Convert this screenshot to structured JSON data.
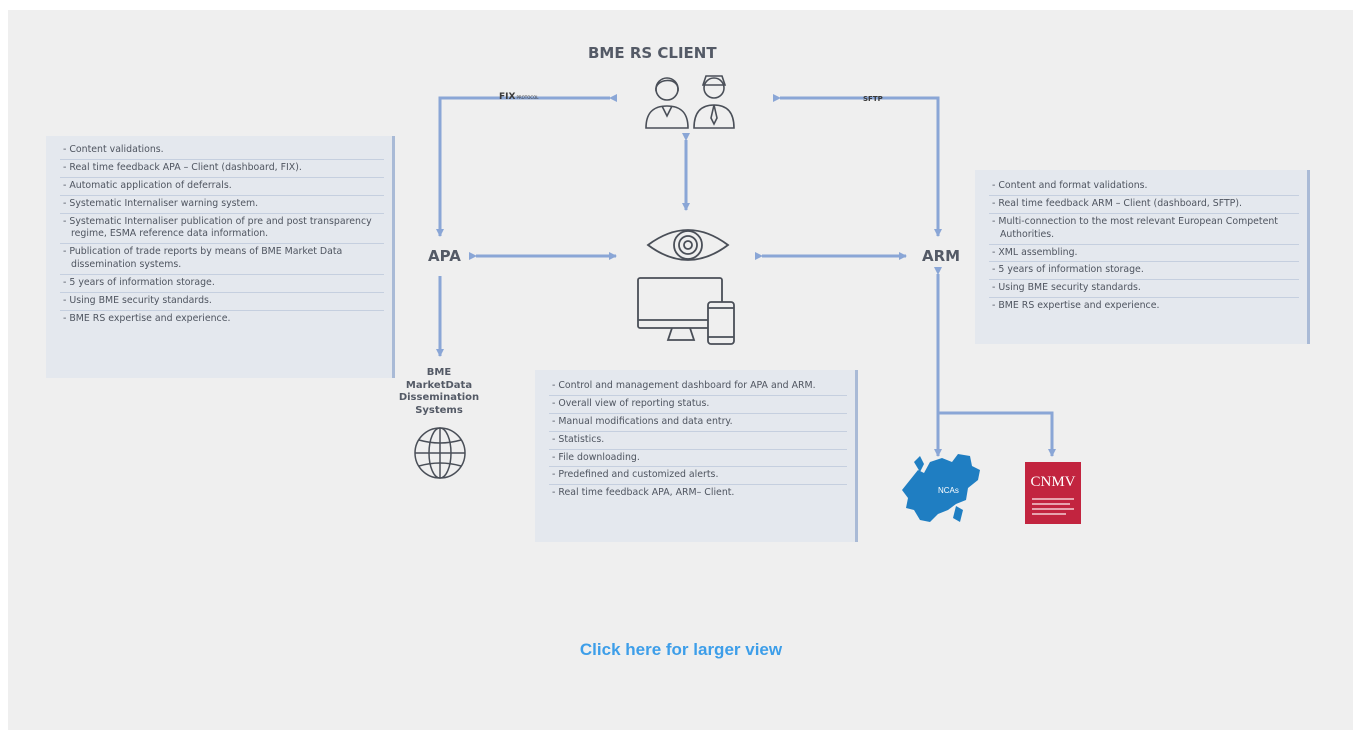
{
  "diagram": {
    "client_title": "BME RS CLIENT",
    "apa_label": "APA",
    "arm_label": "ARM",
    "fix_label": "FIX",
    "fix_sub": "PROTOCOL",
    "sftp_label": "SFTP",
    "mdds_lines": [
      "BME",
      "MarketData",
      "Dissemination",
      "Systems"
    ],
    "ncas_label": "NCAs",
    "cnmv_label": "CNMV",
    "arrow_color": "#8aa6d6",
    "box_border_color": "#a9bad6",
    "cnmv_color": "#c2243f",
    "europe_color": "#1f7ec2"
  },
  "apa_box": {
    "items": [
      "Content validations.",
      "Real time feedback APA – Client (dashboard, FIX).",
      "Automatic application of deferrals.",
      "Systematic Internaliser  warning system.",
      "Systematic Internaliser publication of pre and post transparency regime, ESMA reference data information.",
      "Publication of trade reports by means of BME Market Data dissemination systems.",
      "5 years of information storage.",
      "Using BME security standards.",
      "BME RS expertise and experience."
    ]
  },
  "arm_box": {
    "items": [
      "Content and format validations.",
      "Real time feedback ARM – Client (dashboard, SFTP).",
      "Multi-connection to the most relevant European Competent Authorities.",
      "XML assembling.",
      "5 years of information storage.",
      "Using BME security standards.",
      "BME RS expertise and experience."
    ]
  },
  "dashboard_box": {
    "items": [
      "Control and management dashboard for APA and ARM.",
      "Overall view of reporting status.",
      "Manual modifications and data entry.",
      "Statistics.",
      "File downloading.",
      "Predefined and customized alerts.",
      "Real time feedback APA, ARM– Client."
    ]
  },
  "link": {
    "label": "Click here for larger view"
  }
}
